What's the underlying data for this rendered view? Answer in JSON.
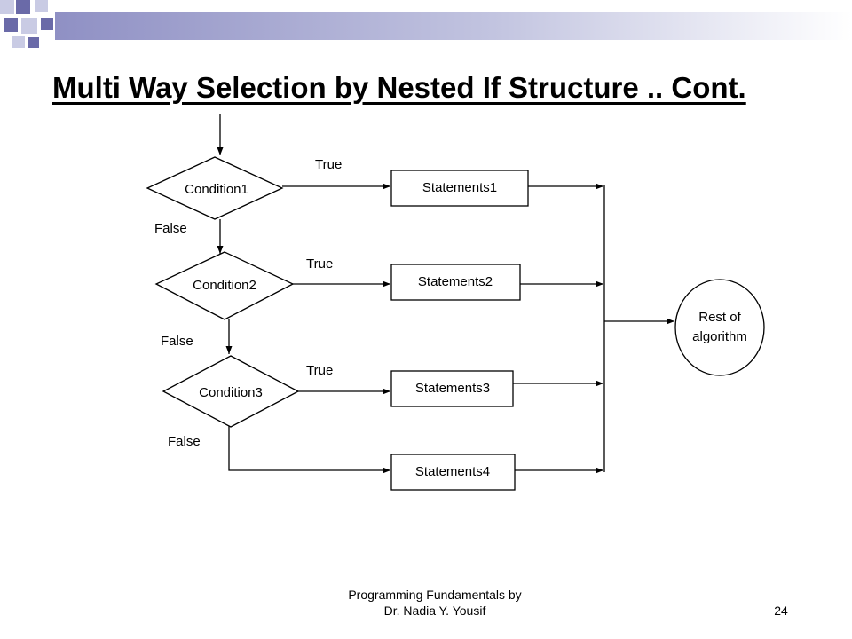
{
  "slide": {
    "title": "Multi Way Selection by Nested If Structure .. Cont.",
    "footer_line1": "Programming Fundamentals by",
    "footer_line2": "Dr. Nadia Y. Yousif",
    "page_number": "24"
  },
  "colors": {
    "background": "#ffffff",
    "accent_dark": "#6a6aa8",
    "accent_light": "#c9cbe4",
    "line": "#000000"
  },
  "diagram": {
    "conditions": [
      "Condition1",
      "Condition2",
      "Condition3"
    ],
    "statements": [
      "Statements1",
      "Statements2",
      "Statements3",
      "Statements4"
    ],
    "true_labels": [
      "True",
      "True",
      "True"
    ],
    "false_labels": [
      "False",
      "False",
      "False"
    ],
    "end_node": {
      "line1": "Rest of",
      "line2": "algorithm"
    }
  }
}
